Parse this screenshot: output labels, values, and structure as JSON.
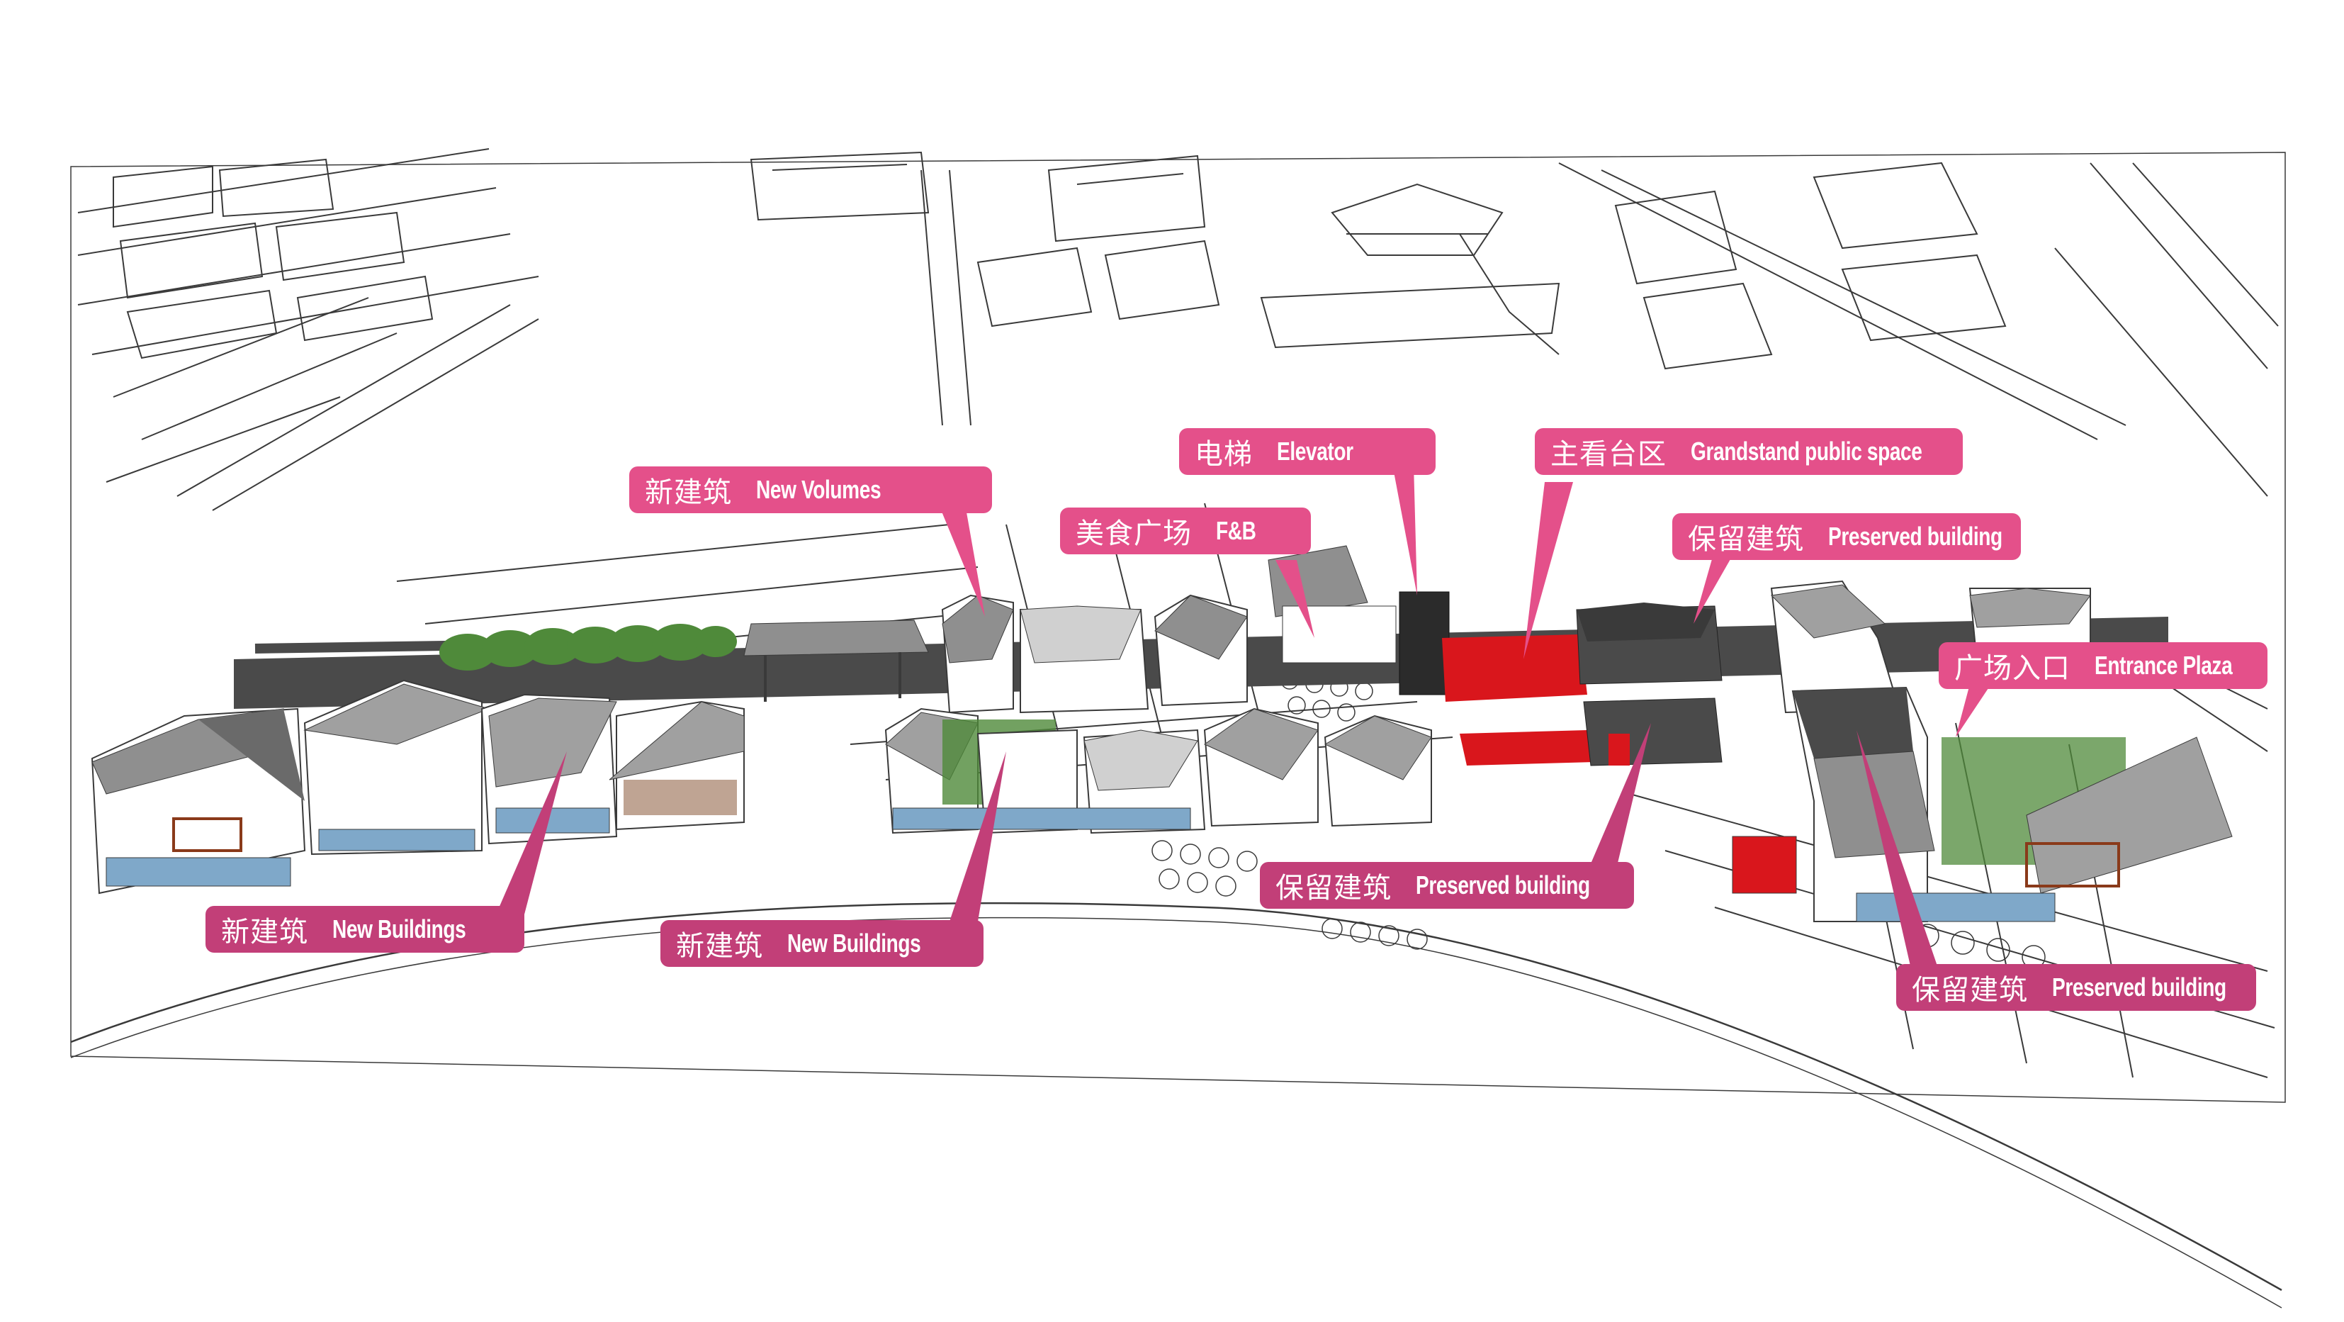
{
  "callouts": [
    {
      "id": "new-volumes",
      "cn": "新建筑",
      "en": "New Volumes"
    },
    {
      "id": "elevator",
      "cn": "电梯",
      "en": "Elevator"
    },
    {
      "id": "grandstand",
      "cn": "主看台区",
      "en": "Grandstand public space"
    },
    {
      "id": "fb",
      "cn": "美食广场",
      "en": "F&B"
    },
    {
      "id": "preserved-top",
      "cn": "保留建筑",
      "en": "Preserved building"
    },
    {
      "id": "entrance-plaza",
      "cn": "广场入口",
      "en": "Entrance Plaza"
    },
    {
      "id": "new-buildings-left",
      "cn": "新建筑",
      "en": "New Buildings"
    },
    {
      "id": "new-buildings-mid",
      "cn": "新建筑",
      "en": "New Buildings"
    },
    {
      "id": "preserved-mid",
      "cn": "保留建筑",
      "en": "Preserved building"
    },
    {
      "id": "preserved-right",
      "cn": "保留建筑",
      "en": "Preserved building"
    }
  ],
  "colors": {
    "label_pink": "#e4508a",
    "label_dark": "#c23f78",
    "roof_gray": "#8f8f8f",
    "preserved_dark": "#4a4a4a",
    "grandstand_red": "#d9161c",
    "greenery": "#4f8a3a",
    "sketch_line": "#3a3a3a"
  }
}
